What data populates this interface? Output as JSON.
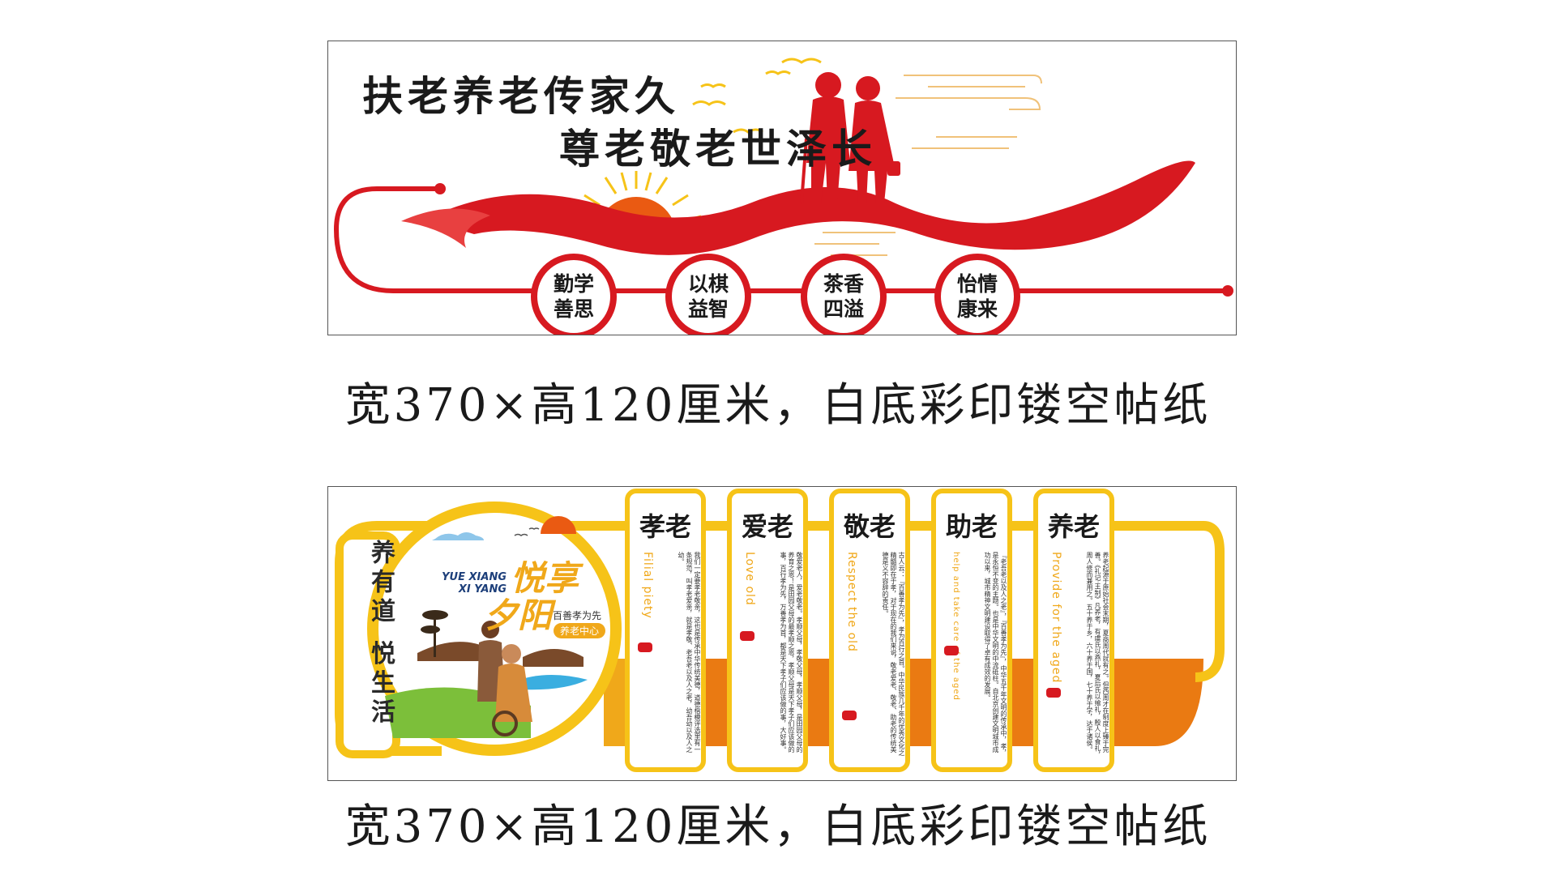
{
  "top_panel": {
    "slogan_line1": "扶老养老传家久",
    "slogan_line2": "尊老敬老世泽长",
    "circles": [
      {
        "line1": "勤学",
        "line2": "善思"
      },
      {
        "line1": "以棋",
        "line2": "益智"
      },
      {
        "line1": "茶香",
        "line2": "四溢"
      },
      {
        "line1": "怡情",
        "line2": "康来"
      }
    ],
    "caption": "宽370×高120厘米，白底彩印镂空帖纸"
  },
  "bottom_panel": {
    "left_slogan": "养有道 悦生活",
    "circle_title_1": "悦享",
    "circle_title_2": "夕阳",
    "pinyin_1": "YUE XIANG",
    "pinyin_2": "XI YANG",
    "sub_text": "百善孝为先",
    "tag_text": "养老中心",
    "cards": [
      {
        "title": "孝老",
        "en": "Filial piety",
        "body": "我们一定要孝老敬亲，这也是传承中华传统美德，道德楷模评选里有一条规范，叫孝老爱亲，就是孝敬、老吾老以及人之老，幼吾幼以及人之幼。"
      },
      {
        "title": "爱老",
        "en": "Love old",
        "body": "敬爱老人，爱老敬老。孝顺父母，孝敬父母，孝顺父母，是田园父母的养育之恩！是田园父母的最孝顺之恩，孝顺父母是天下孝子们应该做的事，百行孝为先，万善孝为首，都是天下孝子们应该做的事，大好事。"
      },
      {
        "title": "敬老",
        "en": "Respect the old",
        "body": "古人云：『百善孝为先』，孝为百行之首。中华民族几千年的优秀文化之精髓即在于孝，对于现在的我们来说，敬老爱老、敬老、助老的传统美德是义不容辞的责任。"
      },
      {
        "title": "助老",
        "en": "help and take care of the aged",
        "body": "『老吾老以及人之老』，『百善孝为先』，中华五千年文明的传承中，孝，是永恒不变的主题。也是中华文明的中流砥柱。自北京创建文明城市成功以来，城市精神文明建设取得了卓有成效的发展。"
      },
      {
        "title": "养老",
        "en": "Provide for the aged",
        "body": "养老起源于原始社会末期，夏商周代就有之。但西周才在制度上臻于完善。《礼记·王制》凡养老，有虞氏以燕礼，夏后氏以飨礼，殷人以食礼，周人修而兼用之。五十养于乡，六十养于国，七十养于学，达于诸侯。"
      }
    ],
    "caption": "宽370×高120厘米，白底彩印镂空帖纸"
  },
  "colors": {
    "red": "#d71920",
    "yellow": "#f6c318",
    "orange": "#f0a81a",
    "deep_orange": "#ea7a12"
  }
}
